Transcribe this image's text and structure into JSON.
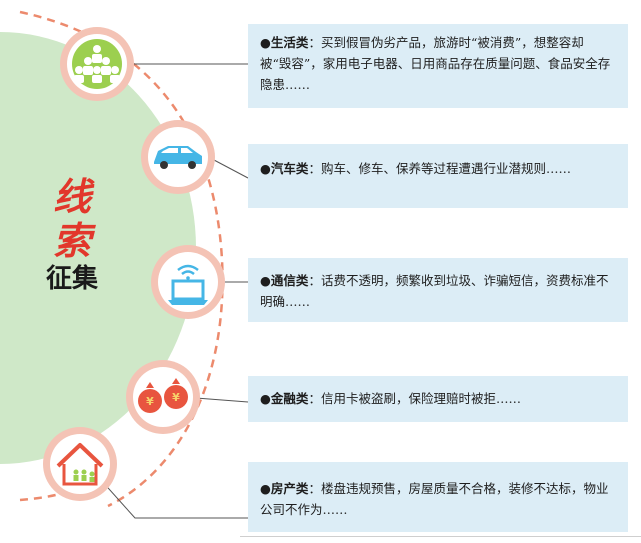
{
  "title": {
    "line1": "线索",
    "line2": "征集"
  },
  "categories": [
    {
      "label": "生活类",
      "text": "买到假冒伪劣产品，旅游时“被消费”，想整容却被“毁容”，家用电子电器、日用商品存在质量问题、食品安全存隐患……",
      "icon": "people-group-icon"
    },
    {
      "label": "汽车类",
      "text": "购车、修车、保养等过程遭遇行业潜规则……",
      "icon": "car-icon"
    },
    {
      "label": "通信类",
      "text": "话费不透明，频繁收到垃圾、诈骗短信，资费标准不明确……",
      "icon": "laptop-wifi-icon"
    },
    {
      "label": "金融类",
      "text": "信用卡被盗刷，保险理赔时被拒……",
      "icon": "money-bags-icon"
    },
    {
      "label": "房产类",
      "text": "楼盘违规预售，房屋质量不合格，装修不达标，物业公司不作为……",
      "icon": "house-icon"
    }
  ],
  "colors": {
    "accent": "#f07c64",
    "circle_fill": "#f4c3b5",
    "green_bg": "#cfe8c8",
    "box_bg": "#dcedf6",
    "title_red": "#e2372b"
  }
}
